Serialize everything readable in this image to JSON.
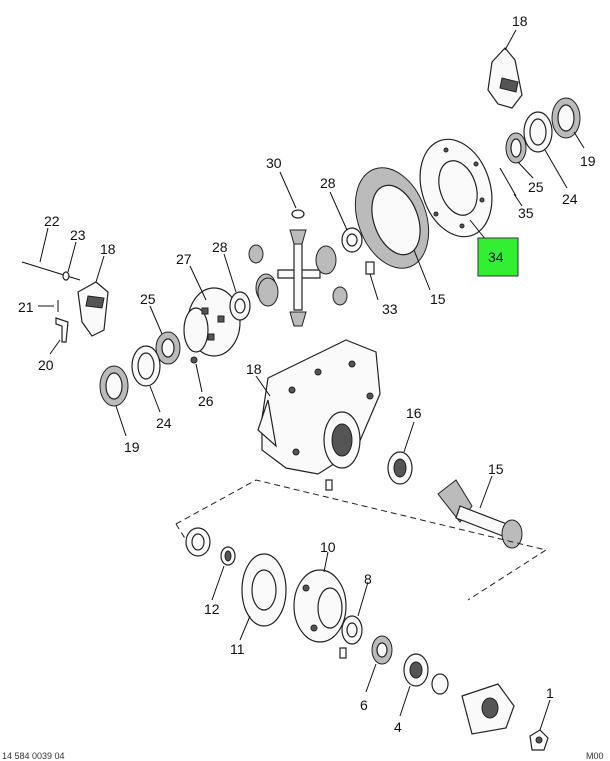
{
  "callouts": {
    "c18_top": "18",
    "c19_right": "19",
    "c24_right": "24",
    "c25_right": "25",
    "c35": "35",
    "c34": "34",
    "c30": "30",
    "c28_mid": "28",
    "c15_top": "15",
    "c33": "33",
    "c22": "22",
    "c23": "23",
    "c18_left": "18",
    "c27": "27",
    "c28_left": "28",
    "c21": "21",
    "c25_left": "25",
    "c20": "20",
    "c26": "26",
    "c24_left": "24",
    "c19_left": "19",
    "c18_housing": "18",
    "c16": "16",
    "c15_pinion": "15",
    "c10": "10",
    "c8": "8",
    "c12": "12",
    "c11": "11",
    "c6": "6",
    "c4": "4",
    "c1": "1"
  },
  "highlight": {
    "label": "34",
    "color": "#33ee33"
  },
  "footer": {
    "left_code": "14 584 0039 04",
    "right_code": "M00"
  }
}
